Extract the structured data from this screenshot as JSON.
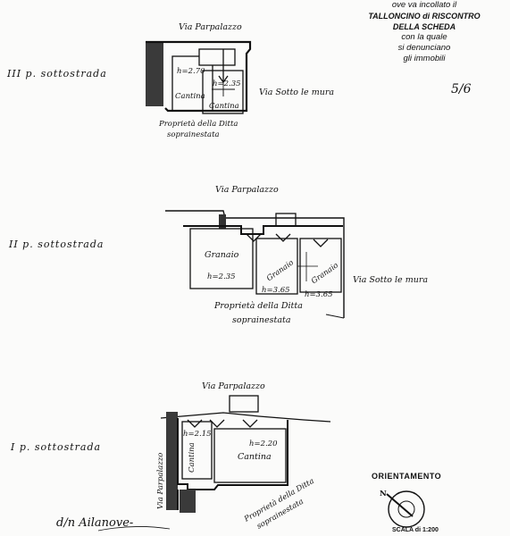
{
  "header": {
    "line1": "ove va incollato il",
    "line2": "TALLONCINO di RISCONTRO",
    "line3": "DELLA SCHEDA",
    "line4": "con la quale",
    "line5": "si denunciano",
    "line6": "gli immobili"
  },
  "page_mark": "5/6",
  "level3": {
    "label": "III p. sottostrada",
    "street_top": "Via Parpalazzo",
    "street_side": "Via Sotto le mura",
    "room1_h": "h=2.70",
    "room1_name": "Cantina",
    "room2_h": "h=2.35",
    "room2_name": "Cantina",
    "owner1": "Proprietà della Ditta",
    "owner2": "soprainestata"
  },
  "level2": {
    "label": "II p. sottostrada",
    "street_top": "Via Parpalazzo",
    "street_side": "Via Sotto le mura",
    "room1_name": "Granaio",
    "room1_h": "h=2.35",
    "room2_name": "Granaio",
    "room2_h": "h=3.65",
    "room3_name": "Granaio",
    "room3_h": "h=3.65",
    "owner1": "Proprietà della Ditta",
    "owner2": "soprainestata"
  },
  "level1": {
    "label": "I p. sottostrada",
    "street_top": "Via Parpalazzo",
    "street_side": "Via Parpalazzo",
    "room1_h": "h=2.15",
    "room1_name": "Cantina",
    "room2_h": "h=2.20",
    "room2_name": "Cantina",
    "owner1": "Proprietà della Ditta",
    "owner2": "soprainestata"
  },
  "orientation": {
    "title": "ORIENTAMENTO",
    "north": "N"
  },
  "scale": "SCALA di 1:200",
  "bottom_note": "d/n Ailanove-"
}
